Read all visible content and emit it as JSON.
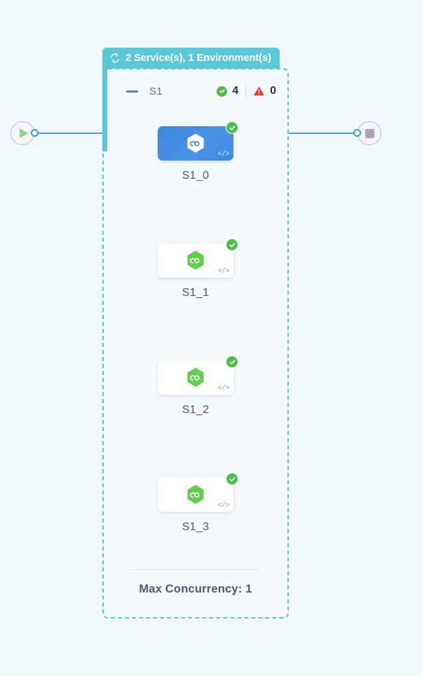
{
  "canvas": {
    "background_color": "#f1f8fb"
  },
  "start_node": {
    "icon": "play-icon",
    "color": "#7ed98a"
  },
  "end_node": {
    "icon": "stop-icon",
    "color": "#a9a4b8"
  },
  "group": {
    "header": {
      "icon": "cycle-icon",
      "label": "2 Service(s), 1 Environment(s)",
      "background_color": "#5bc8da"
    },
    "border_color": "#5bc8da",
    "toolbar": {
      "collapse_icon": "minus-icon",
      "name": "S1",
      "counters": {
        "success_icon": "check-circle-icon",
        "success_count": "4",
        "success_color": "#57b94b",
        "error_icon": "warning-triangle-icon",
        "error_count": "0",
        "error_color": "#e03c31"
      }
    },
    "footer": {
      "max_concurrency_label": "Max Concurrency: 1"
    }
  },
  "nodes": [
    {
      "label": "S1_0",
      "selected": true,
      "service_icon": "hexagon-infinity-icon",
      "status_icon": "check-circle-icon",
      "status_color": "#4cbf4a",
      "code_icon": "code-icon",
      "code_glyph": "</>"
    },
    {
      "label": "S1_1",
      "selected": false,
      "service_icon": "hexagon-infinity-icon",
      "status_icon": "check-circle-icon",
      "status_color": "#4cbf4a",
      "code_icon": "code-icon",
      "code_glyph": "</>"
    },
    {
      "label": "S1_2",
      "selected": false,
      "service_icon": "hexagon-infinity-icon",
      "status_icon": "check-circle-icon",
      "status_color": "#4cbf4a",
      "code_icon": "code-icon",
      "code_glyph": "</>"
    },
    {
      "label": "S1_3",
      "selected": false,
      "service_icon": "hexagon-infinity-icon",
      "status_icon": "check-circle-icon",
      "status_color": "#4cbf4a",
      "code_icon": "code-icon",
      "code_glyph": "</>"
    }
  ]
}
